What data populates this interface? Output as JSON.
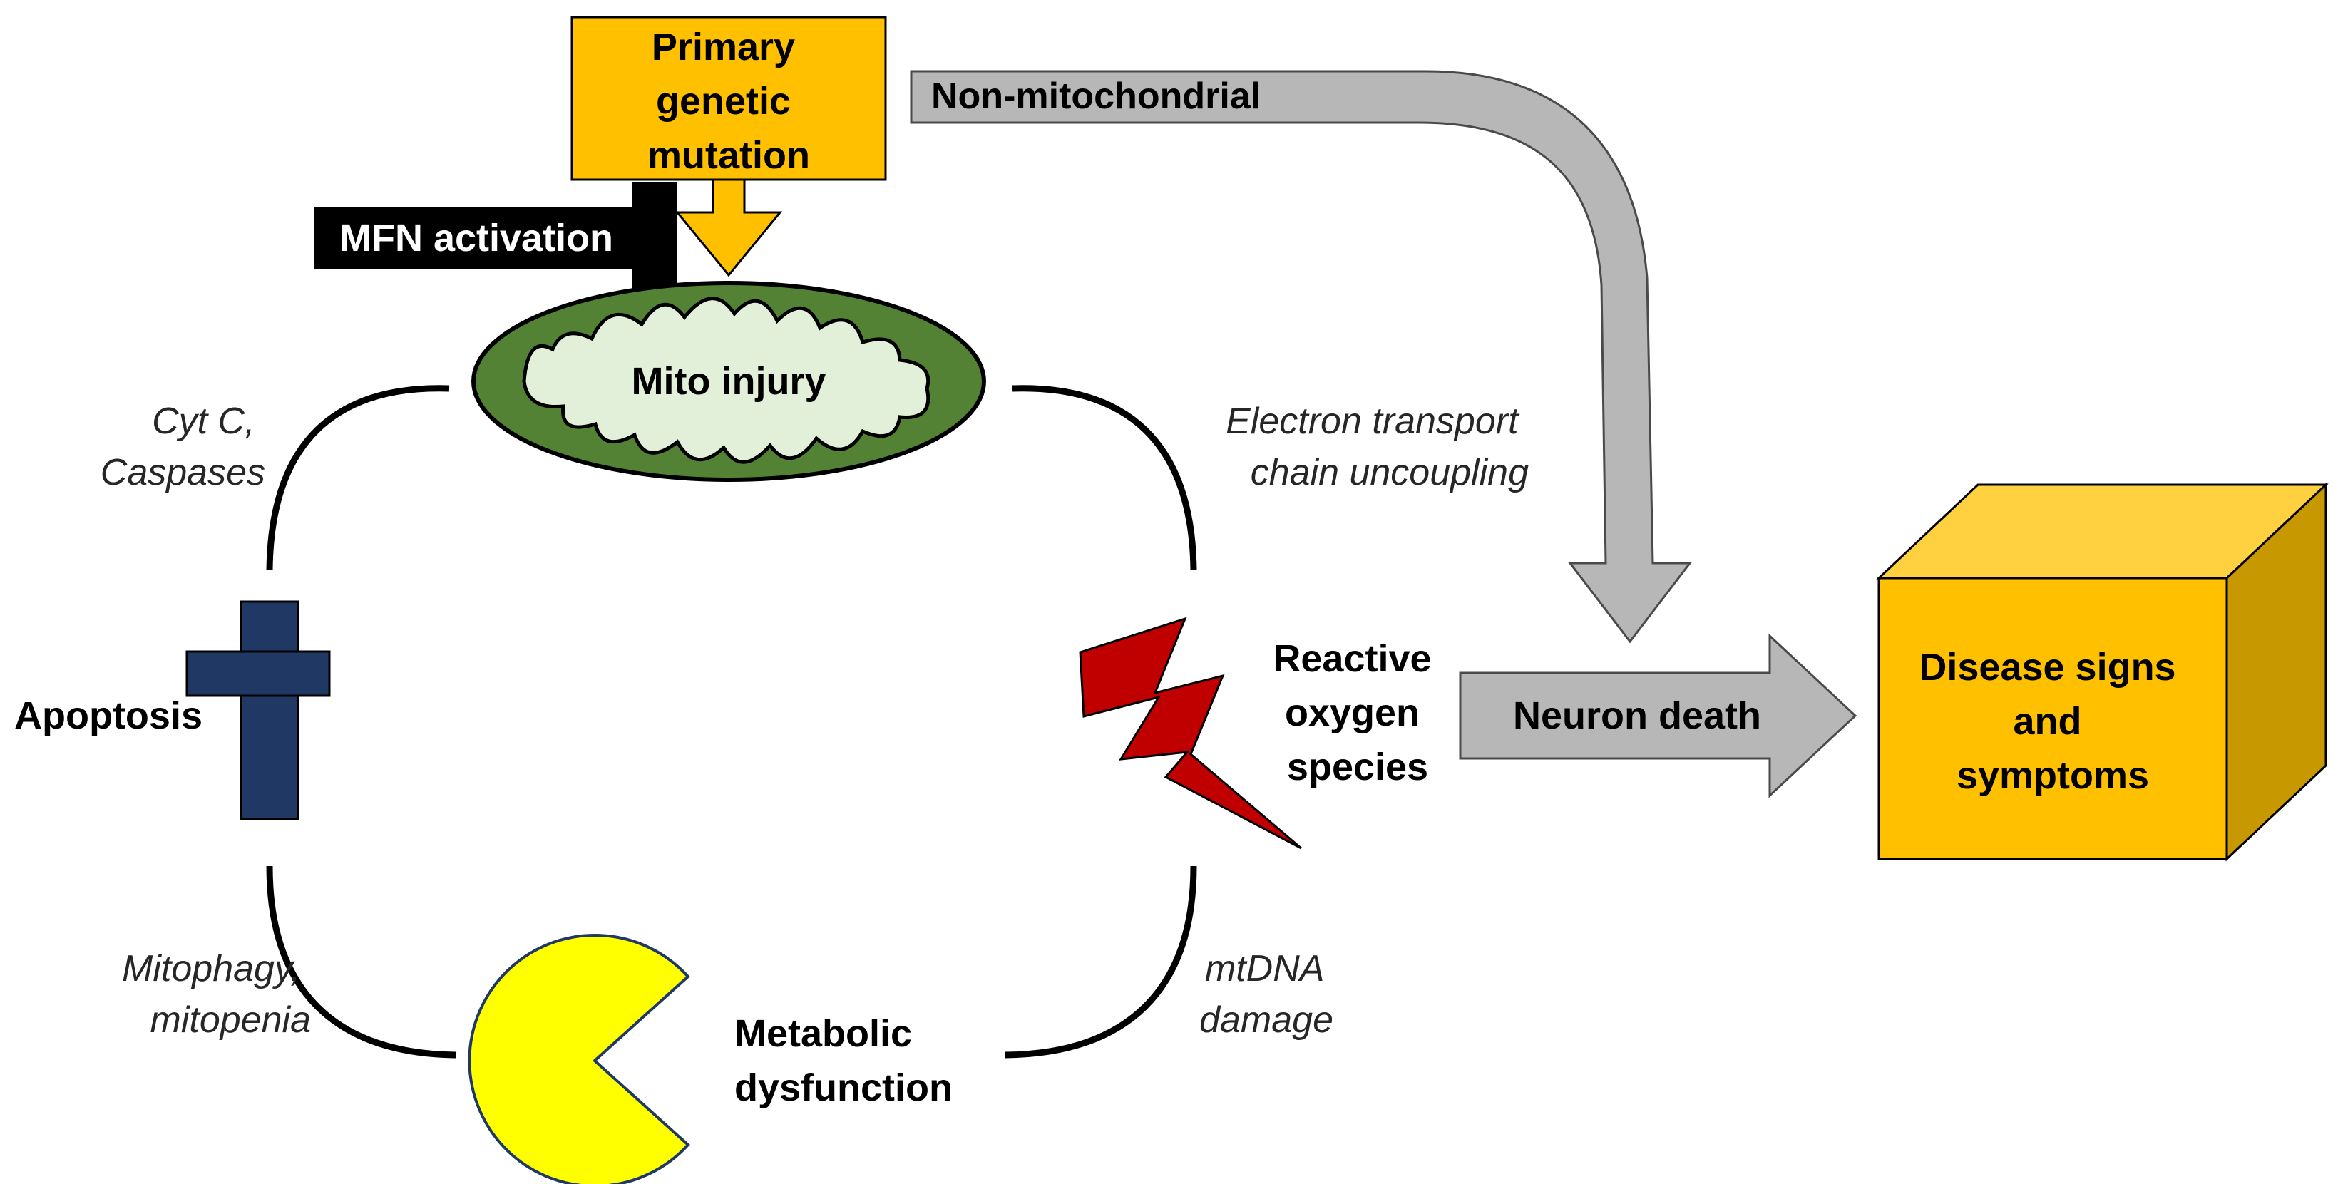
{
  "diagram": {
    "primary_mutation": [
      "Primary",
      "genetic",
      "mutation"
    ],
    "mfn_activation": "MFN activation",
    "non_mitochondrial": "Non-mitochondrial",
    "mito_injury": "Mito injury",
    "cyt_c": [
      "Cyt C,",
      "Caspases"
    ],
    "electron_transport": [
      "Electron transport",
      "chain uncoupling"
    ],
    "apoptosis": "Apoptosis",
    "ros": [
      "Reactive",
      "oxygen",
      "species"
    ],
    "neuron_death": "Neuron death",
    "disease": [
      "Disease signs",
      "and",
      "symptoms"
    ],
    "mitophagy": [
      "Mitophagy,",
      "mitopenia"
    ],
    "metabolic": [
      "Metabolic",
      "dysfunction"
    ],
    "mtdna": [
      "mtDNA",
      "damage"
    ]
  },
  "colors": {
    "orange": "#ffc000",
    "cube_top": "#ffd040",
    "cube_side": "#c89800",
    "gray_arrow": "#b7b7b7",
    "mito_outer": "#548235",
    "mito_inner": "#e2f0d9",
    "cross": "#1f3864",
    "bolt": "#c00000",
    "pacman": "#ffff00"
  }
}
